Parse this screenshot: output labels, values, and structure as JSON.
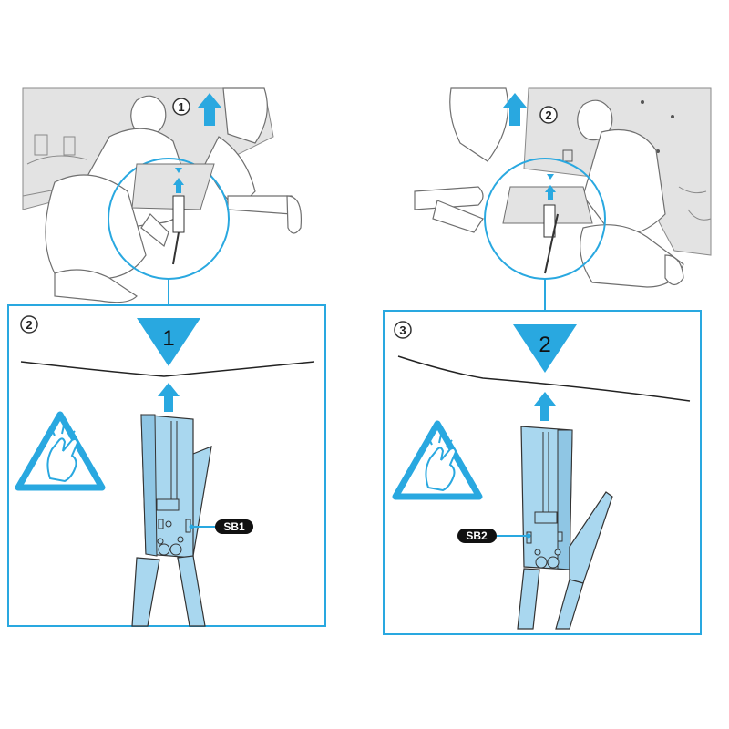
{
  "diagram": {
    "left": {
      "overview_step": "1",
      "detail_step": "2",
      "triangle_label": "1",
      "screw_label": "SB1"
    },
    "right": {
      "overview_step": "2",
      "detail_step": "3",
      "triangle_label": "2",
      "screw_label": "SB2"
    },
    "icons": [
      "caution-pinch-finger-icon",
      "up-arrow-icon",
      "tv-stand-leg-illustration",
      "person-installing-illustration"
    ],
    "colors": {
      "accent": "#29a8e0",
      "leg_fill": "#a9d7ef",
      "line_gray": "#9a9a9a",
      "panel_fill": "#e3e3e3",
      "badge": "#111111"
    }
  }
}
